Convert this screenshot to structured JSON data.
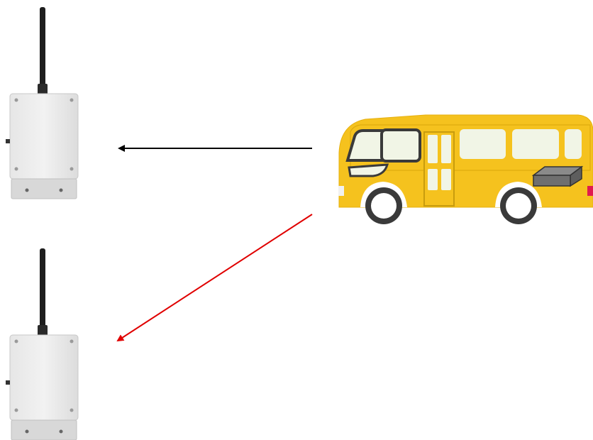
{
  "diagram": {
    "nodes": [
      {
        "id": "receiver-top",
        "kind": "wireless-gateway-icon"
      },
      {
        "id": "receiver-bottom",
        "kind": "wireless-gateway-icon"
      },
      {
        "id": "bus",
        "kind": "bus-icon",
        "color": "#f5c21e",
        "carries": "tracker-box-icon"
      }
    ],
    "edges": [
      {
        "from": "bus",
        "to": "receiver-top",
        "color": "#000000"
      },
      {
        "from": "bus",
        "to": "receiver-bottom",
        "color": "#e00000"
      }
    ]
  }
}
